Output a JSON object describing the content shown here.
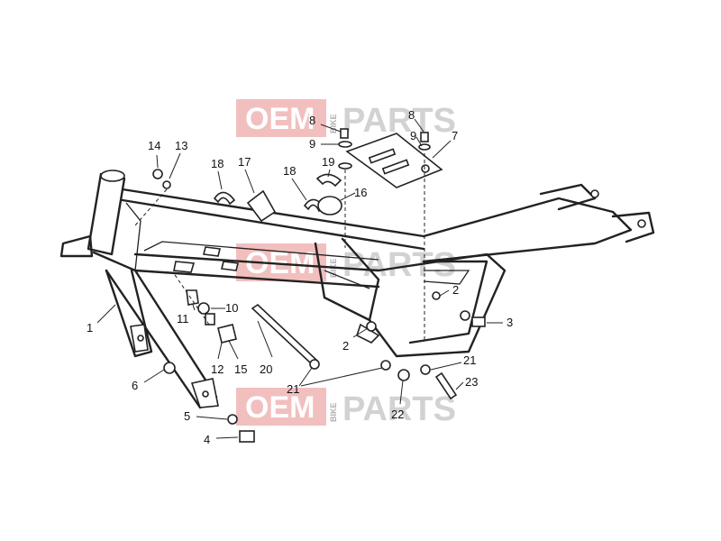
{
  "watermark": {
    "oem": "OEM",
    "bike": "BIKE",
    "parts": "PARTS"
  },
  "labels": {
    "l1": "1",
    "l2a": "2",
    "l2b": "2",
    "l3": "3",
    "l4": "4",
    "l5": "5",
    "l6": "6",
    "l7": "7",
    "l8a": "8",
    "l8b": "8",
    "l9a": "9",
    "l9b": "9",
    "l10": "10",
    "l11": "11",
    "l12": "12",
    "l13": "13",
    "l14": "14",
    "l15": "15",
    "l16": "16",
    "l17": "17",
    "l18a": "18",
    "l18b": "18",
    "l19": "19",
    "l20": "20",
    "l21a": "21",
    "l21b": "21",
    "l22": "22",
    "l23": "23"
  },
  "colors": {
    "watermark_box": "#e88a8a",
    "line": "#222222"
  }
}
